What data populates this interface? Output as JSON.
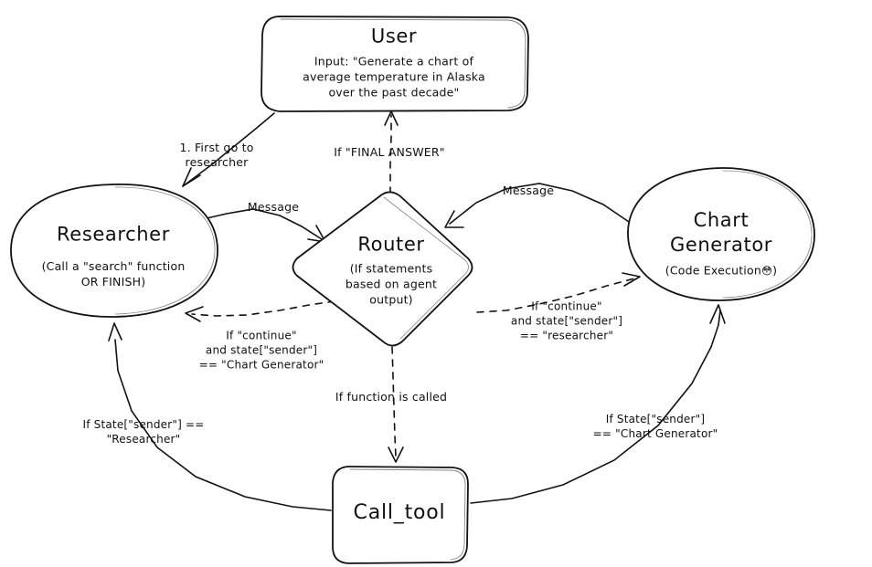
{
  "diagram": {
    "title": "Multi-Agent Router Graph",
    "style": "hand-drawn sketch",
    "background_color": "#ffffff",
    "stroke_color": "#121212"
  },
  "nodes": {
    "user": {
      "label": "User",
      "shape": "rounded-rectangle",
      "detail": "Input: \"Generate a chart of\naverage temperature in Alaska\nover the past decade\""
    },
    "researcher": {
      "label": "Researcher",
      "shape": "ellipse",
      "detail": "(Call a \"search\" function\nOR FINISH)"
    },
    "router": {
      "label": "Router",
      "shape": "diamond",
      "detail": "(If statements\nbased on agent\noutput)"
    },
    "chart_generator": {
      "label": "Chart\nGenerator",
      "shape": "ellipse",
      "detail_prefix": "(Code Execution",
      "detail_emoji": "😳",
      "detail_suffix": ")"
    },
    "call_tool": {
      "label": "Call_tool",
      "shape": "rounded-rectangle"
    }
  },
  "edges": [
    {
      "id": "user-to-researcher",
      "from": "user",
      "to": "researcher",
      "label": "1. First go to\nresearcher",
      "style": "solid"
    },
    {
      "id": "router-to-user",
      "from": "router",
      "to": "user",
      "label": "If \"FINAL ANSWER\"",
      "style": "dashed"
    },
    {
      "id": "researcher-to-router",
      "from": "researcher",
      "to": "router",
      "label": "Message",
      "style": "solid"
    },
    {
      "id": "chartgen-to-router",
      "from": "chart_generator",
      "to": "router",
      "label": "Message",
      "style": "solid"
    },
    {
      "id": "router-to-researcher",
      "from": "router",
      "to": "researcher",
      "label": "If \"continue\"\nand state[\"sender\"]\n== \"Chart Generator\"",
      "style": "dashed"
    },
    {
      "id": "router-to-chartgen",
      "from": "router",
      "to": "chart_generator",
      "label": "If \"continue\"\nand state[\"sender\"]\n== \"researcher\"",
      "style": "dashed"
    },
    {
      "id": "router-to-calltool",
      "from": "router",
      "to": "call_tool",
      "label": "If function is called",
      "style": "dashed"
    },
    {
      "id": "calltool-to-researcher",
      "from": "call_tool",
      "to": "researcher",
      "label": "If State[\"sender\"] ==\n\"Researcher\"",
      "style": "solid"
    },
    {
      "id": "calltool-to-chartgen",
      "from": "call_tool",
      "to": "chart_generator",
      "label": "If State[\"sender\"]\n== \"Chart Generator\"",
      "style": "solid"
    }
  ]
}
